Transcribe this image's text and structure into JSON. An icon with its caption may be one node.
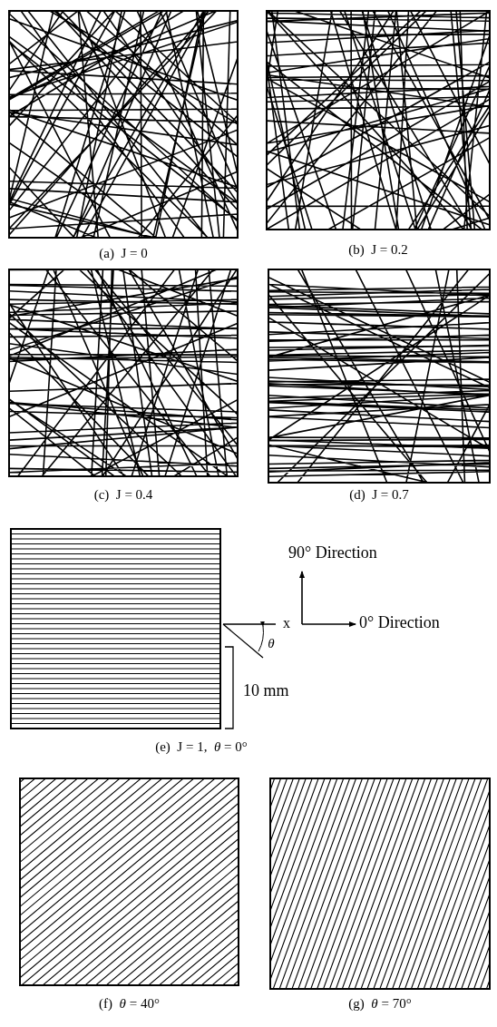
{
  "diagram": {
    "labels": [
      "(a)  J = 0",
      "(b)  J = 0.2",
      "(c)  J = 0.4",
      "(d)  J = 0.7",
      "90° Direction",
      "x",
      "0° Direction",
      "*θ*",
      "10 mm",
      "(e)  J = 1,  *θ* = 0°",
      "(f)  *θ* = 40°",
      "(g)  *θ* = 70°"
    ]
  }
}
